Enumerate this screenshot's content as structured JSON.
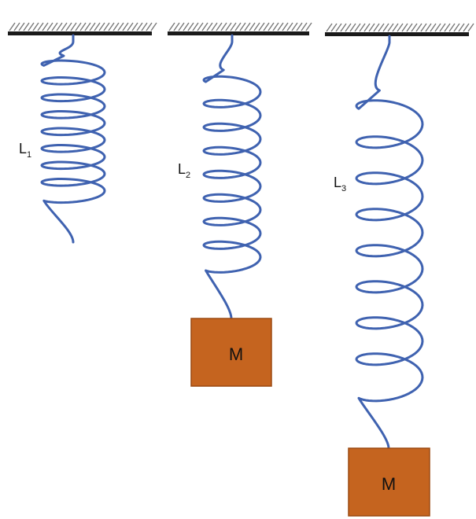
{
  "colors": {
    "spring": "#3f62b0",
    "mass_fill": "#c5641f",
    "mass_stroke": "#9b4a12",
    "ceiling": "#1a1a1a",
    "text": "#111111"
  },
  "springs": [
    {
      "label_main": "L",
      "label_sub": "1",
      "has_mass": false,
      "mass_label": ""
    },
    {
      "label_main": "L",
      "label_sub": "2",
      "has_mass": true,
      "mass_label": "M"
    },
    {
      "label_main": "L",
      "label_sub": "3",
      "has_mass": true,
      "mass_label": "M"
    }
  ]
}
